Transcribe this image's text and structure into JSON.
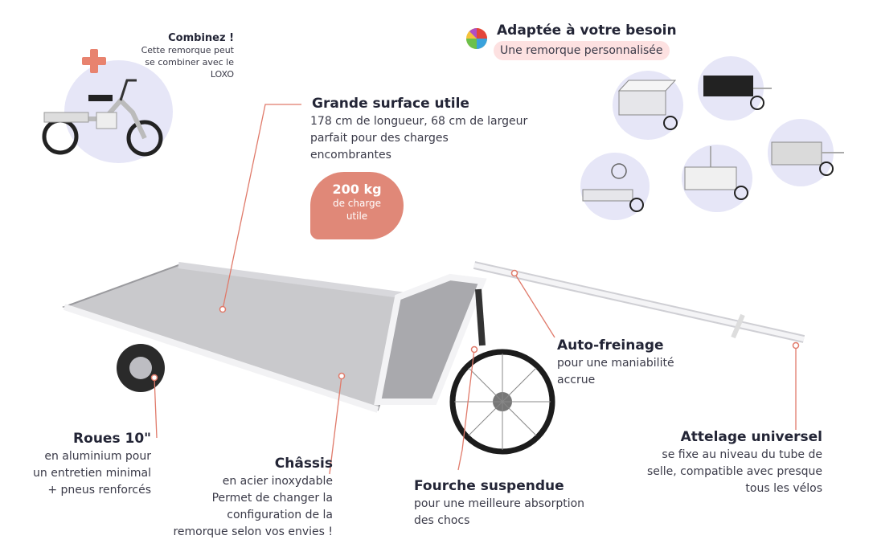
{
  "combine": {
    "title": "Combinez !",
    "text_lines": [
      "Cette remorque peut",
      "se combiner avec le",
      "LOXO"
    ]
  },
  "adapt": {
    "title": "Adaptée à votre besoin",
    "subtitle": "Une remorque personnalisée"
  },
  "surface": {
    "title": "Grande surface utile",
    "lines": [
      "178 cm de longueur, 68 cm de largeur",
      "parfait pour des charges",
      "encombrantes"
    ]
  },
  "load_badge": {
    "value": "200 kg",
    "label_lines": [
      "de charge",
      "utile"
    ]
  },
  "brake": {
    "title": "Auto-freinage",
    "lines": [
      "pour une maniabilité",
      "accrue"
    ]
  },
  "wheels": {
    "title": "Roues 10\"",
    "lines": [
      "en aluminium pour",
      "un entretien minimal",
      "+ pneus renforcés"
    ]
  },
  "chassis": {
    "title": "Châssis",
    "lines": [
      "en acier inoxydable",
      "Permet de changer la",
      "configuration de la",
      "remorque selon vos envies !"
    ]
  },
  "fork": {
    "title": "Fourche suspendue",
    "lines": [
      "pour une meilleure absorption",
      "des chocs"
    ]
  },
  "hitch": {
    "title": "Attelage universel",
    "lines": [
      "se fixe au niveau du tube de",
      "selle, compatible avec presque",
      "tous les vélos"
    ]
  },
  "colors": {
    "accent": "#e07a6a",
    "blob": "#e6e6f7",
    "badge": "#e08878",
    "highlight": "#fde1e1"
  }
}
